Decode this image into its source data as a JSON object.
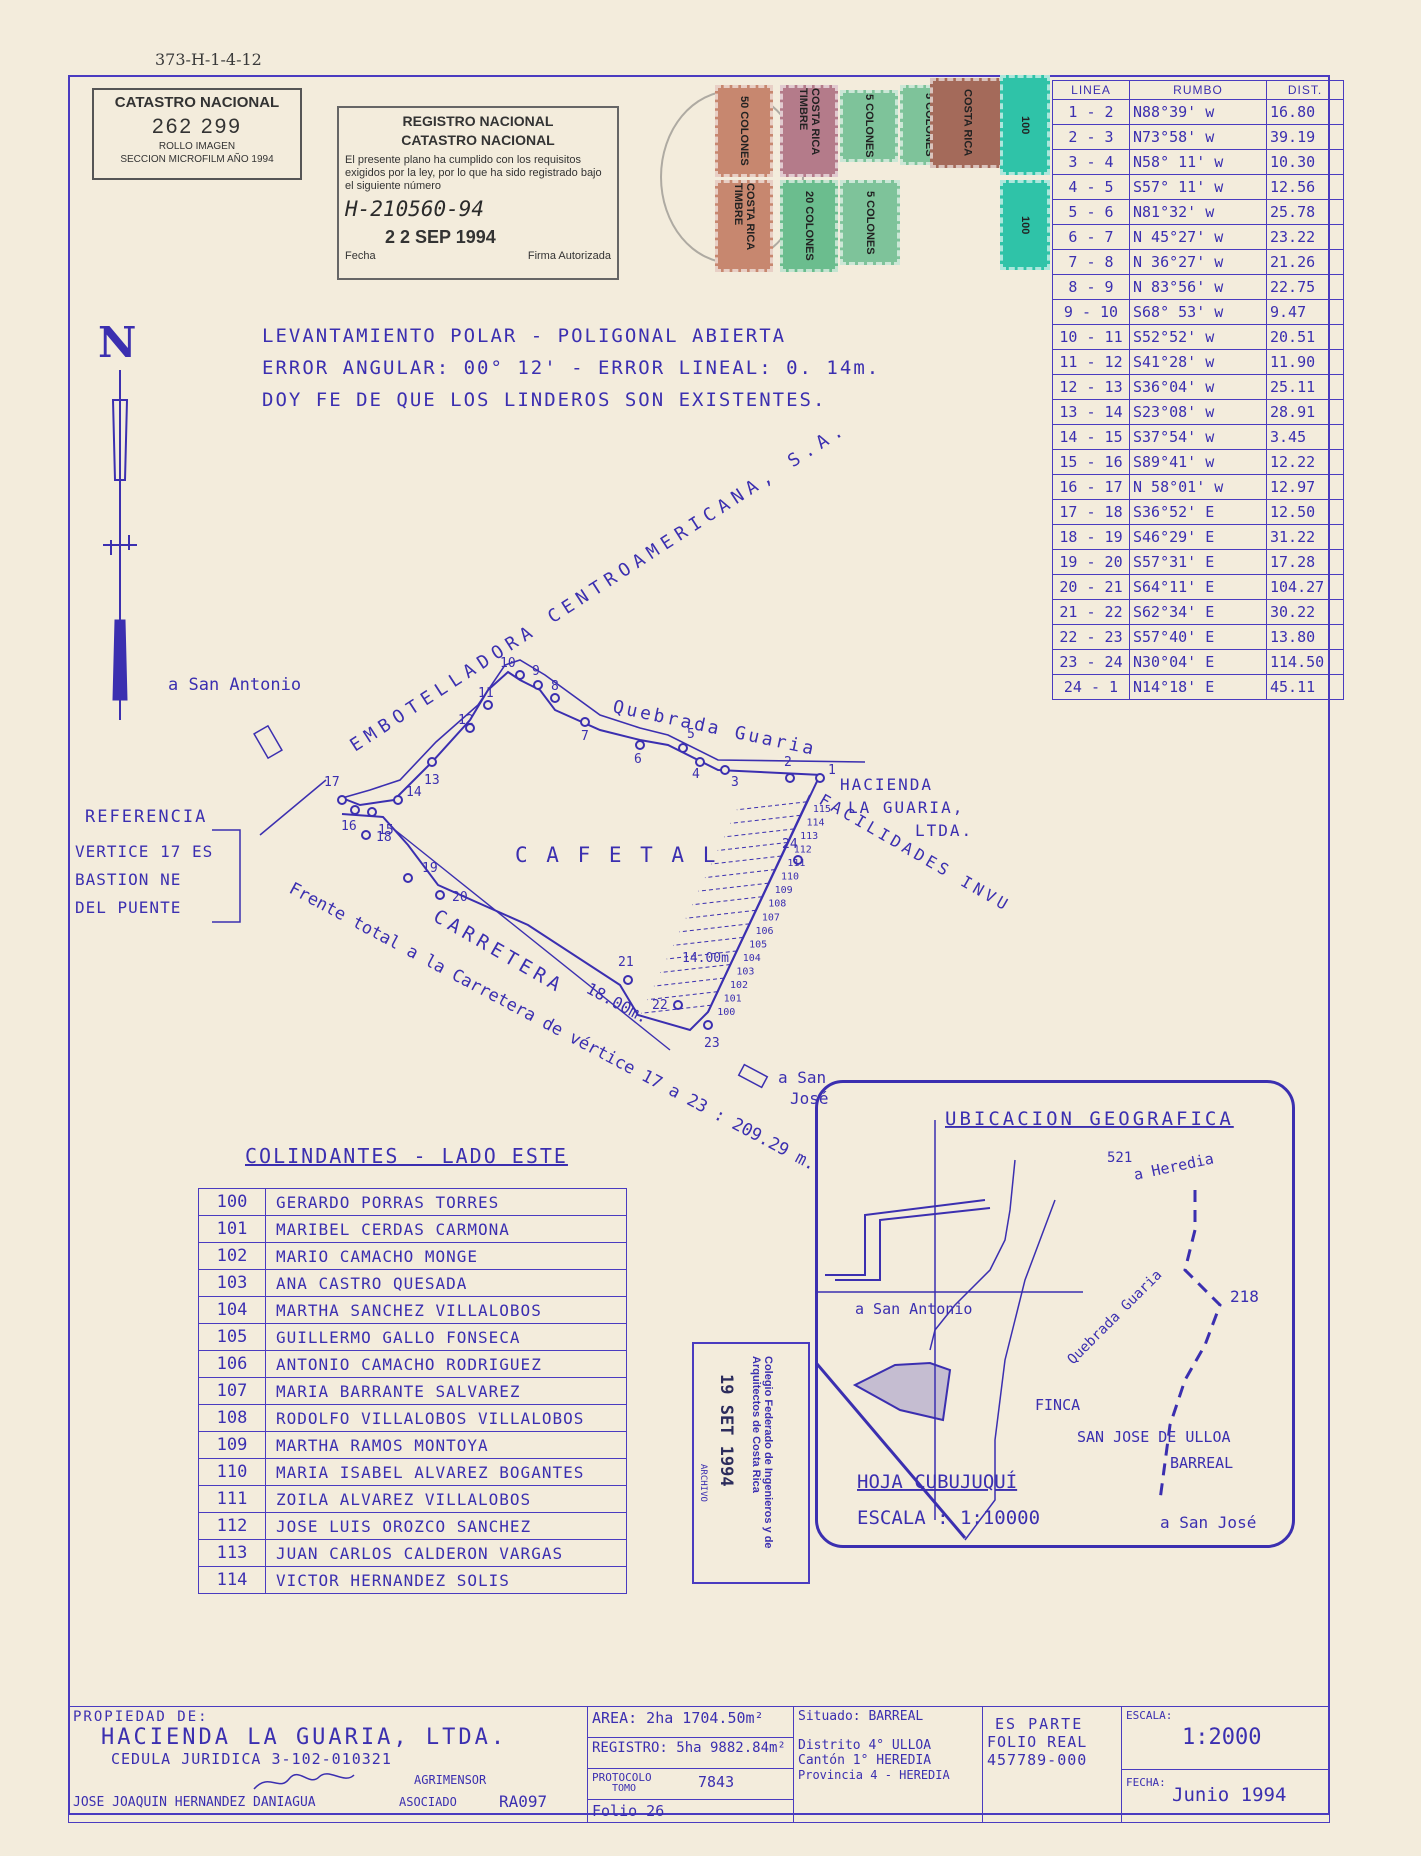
{
  "top_ref": "373-H-1-4-12",
  "catastro_stamp": {
    "title": "CATASTRO NACIONAL",
    "number": "262 299",
    "line1": "ROLLO   IMAGEN",
    "line2": "SECCION MICROFILM AÑO 1994"
  },
  "registro_stamp": {
    "line1": "REGISTRO NACIONAL",
    "line2": "CATASTRO NACIONAL",
    "text": "El presente plano ha cumplido con los requisitos exigidos por la ley, por lo que ha sido registrado bajo el siguiente número",
    "plan_number": "H-210560-94",
    "date": "2 2 SEP 1994",
    "fecha_label": "Fecha",
    "firma_label": "Firma Autorizada"
  },
  "stamps": [
    {
      "label": "50 COLONES",
      "color": "#c7876f"
    },
    {
      "label": "COSTA RICA TIMBRE",
      "color": "#b47b8a"
    },
    {
      "label": "5 COLONES",
      "color": "#7ec39a"
    },
    {
      "label": "5 COLONES",
      "color": "#7ec39a"
    },
    {
      "label": "COSTA RICA",
      "color": "#a46a5a"
    },
    {
      "label": "100",
      "color": "#2fc3a8"
    },
    {
      "label": "COSTA RICA TIMBRE",
      "color": "#c7876f"
    },
    {
      "label": "20 COLONES",
      "color": "#6bbd8e"
    },
    {
      "label": "5 COLONES",
      "color": "#7ec39a"
    },
    {
      "label": "100",
      "color": "#2fc3a8"
    }
  ],
  "rumbo_table": {
    "headers": [
      "LINEA",
      "RUMBO",
      "DIST."
    ],
    "rows": [
      [
        "1 - 2",
        "N88°39' w",
        "16.80"
      ],
      [
        "2 - 3",
        "N73°58' w",
        "39.19"
      ],
      [
        "3 - 4",
        "N58° 11' w",
        "10.30"
      ],
      [
        "4 - 5",
        "S57° 11' w",
        "12.56"
      ],
      [
        "5 - 6",
        "N81°32' w",
        "25.78"
      ],
      [
        "6 - 7",
        "N 45°27' w",
        "23.22"
      ],
      [
        "7 - 8",
        "N 36°27' w",
        "21.26"
      ],
      [
        "8 - 9",
        "N 83°56' w",
        "22.75"
      ],
      [
        "9 - 10",
        "S68° 53' w",
        "9.47"
      ],
      [
        "10 - 11",
        "S52°52' w",
        "20.51"
      ],
      [
        "11 - 12",
        "S41°28' w",
        "11.90"
      ],
      [
        "12 - 13",
        "S36°04' w",
        "25.11"
      ],
      [
        "13 - 14",
        "S23°08' w",
        "28.91"
      ],
      [
        "14 - 15",
        "S37°54' w",
        "3.45"
      ],
      [
        "15 - 16",
        "S89°41' w",
        "12.22"
      ],
      [
        "16 - 17",
        "N 58°01' w",
        "12.97"
      ],
      [
        "17 - 18",
        "S36°52' E",
        "12.50"
      ],
      [
        "18 - 19",
        "S46°29' E",
        "31.22"
      ],
      [
        "19 - 20",
        "S57°31' E",
        "17.28"
      ],
      [
        "20 - 21",
        "S64°11' E",
        "104.27"
      ],
      [
        "21 - 22",
        "S62°34' E",
        "30.22"
      ],
      [
        "22 - 23",
        "S57°40' E",
        "13.80"
      ],
      [
        "23 - 24",
        "N30°04' E",
        "114.50"
      ],
      [
        "24 - 1",
        "N14°18' E",
        "45.11"
      ]
    ]
  },
  "north_label": "N",
  "header_notes": [
    "LEVANTAMIENTO POLAR - POLIGONAL ABIERTA",
    "ERROR ANGULAR: 00° 12' - ERROR LINEAL: 0. 14m.",
    "DOY FE DE QUE LOS LINDEROS SON EXISTENTES."
  ],
  "plan": {
    "embotelladora": "EMBOTELLADORA CENTROAMERICANA, S.A.",
    "quebrada": "Quebrada Guaria",
    "hacienda": [
      "HACIENDA",
      "LA GUARIA,",
      "LTDA."
    ],
    "facilidades": "FACILIDADES INVU",
    "cafetal": "C A F E T A L",
    "carretera": "CARRETERA",
    "frente": "Frente total a la Carretera de vértice 17 a 23 : 209.29 m.",
    "width_18": "18.00m.",
    "width_14": "14.00m",
    "san_antonio": "a San Antonio",
    "san_jose": [
      "a San",
      "José"
    ],
    "referencia_title": "REFERENCIA",
    "referencia_lines": [
      "VERTICE 17 ES",
      "BASTION NE",
      "DEL PUENTE"
    ],
    "vertices": [
      "1",
      "2",
      "3",
      "4",
      "5",
      "6",
      "7",
      "8",
      "9",
      "10",
      "11",
      "12",
      "13",
      "14",
      "15",
      "16",
      "17",
      "18",
      "19",
      "20",
      "21",
      "22",
      "23",
      "24"
    ],
    "lot_numbers": [
      "115",
      "114",
      "113",
      "112",
      "111",
      "110",
      "109",
      "108",
      "107",
      "106",
      "105",
      "104",
      "103",
      "102",
      "101",
      "100"
    ]
  },
  "colindantes": {
    "title": "COLINDANTES - LADO ESTE",
    "rows": [
      [
        "100",
        "GERARDO PORRAS TORRES"
      ],
      [
        "101",
        "MARIBEL CERDAS CARMONA"
      ],
      [
        "102",
        "MARIO CAMACHO MONGE"
      ],
      [
        "103",
        "ANA CASTRO QUESADA"
      ],
      [
        "104",
        "MARTHA SANCHEZ VILLALOBOS"
      ],
      [
        "105",
        "GUILLERMO GALLO FONSECA"
      ],
      [
        "106",
        "ANTONIO CAMACHO RODRIGUEZ"
      ],
      [
        "107",
        "MARIA BARRANTE SALVAREZ"
      ],
      [
        "108",
        "RODOLFO VILLALOBOS VILLALOBOS"
      ],
      [
        "109",
        "MARTHA RAMOS MONTOYA"
      ],
      [
        "110",
        "MARIA ISABEL ALVAREZ BOGANTES"
      ],
      [
        "111",
        "ZOILA ALVAREZ VILLALOBOS"
      ],
      [
        "112",
        "JOSE LUIS OROZCO SANCHEZ"
      ],
      [
        "113",
        "JUAN CARLOS CALDERON VARGAS"
      ],
      [
        "114",
        "VICTOR HERNANDEZ SOLIS"
      ]
    ]
  },
  "colegio_stamp": {
    "text": "Colegio Federado de Ingenieros y de Arquitectos de Costa Rica",
    "date": "19 SET 1994",
    "small": "ARCHIVO"
  },
  "ubicacion": {
    "title": "UBICACION GEOGRAFICA",
    "r521": "521",
    "heredia": "a Heredia",
    "san_antonio": "a San Antonio",
    "r218": "218",
    "quebrada": "Quebrada Guaria",
    "finca": "FINCA",
    "san_jose_ulloa": "SAN JOSE DE ULLOA",
    "barreal": "BARREAL",
    "hoja": "HOJA CUBUJUQUÍ",
    "escala": "ESCALA : 1:10000",
    "san_jose": "a San José"
  },
  "title_block": {
    "propiedad_label": "PROPIEDAD DE:",
    "owner": "HACIENDA LA GUARIA, LTDA.",
    "cedula": "CEDULA JURIDICA 3-102-010321",
    "agrimensor_name": "JOSE JOAQUIN HERNANDEZ DANIAGUA",
    "agrimensor_label": "AGRIMENSOR",
    "asociado": "ASOCIADO",
    "code": "RA097",
    "area": "AREA: 2ha 1704.50m²",
    "registro": "REGISTRO: 5ha 9882.84m²",
    "protocolo": "PROTOCOLO",
    "tomo": "TOMO",
    "tomo_num": "7843",
    "folio": "Folio 26",
    "situado": "Situado: BARREAL",
    "distrito": "Distrito 4° ULLOA",
    "canton": "Cantón 1° HEREDIA",
    "provincia": "Provincia 4 - HEREDIA",
    "es_parte": "ES PARTE",
    "folio_real": "FOLIO REAL",
    "folio_real_num": "457789-000",
    "escala_label": "ESCALA:",
    "escala": "1:2000",
    "fecha_label": "FECHA:",
    "fecha": "Junio 1994"
  },
  "colors": {
    "ink": "#3b2fb0",
    "paper": "#f3ecdc"
  }
}
